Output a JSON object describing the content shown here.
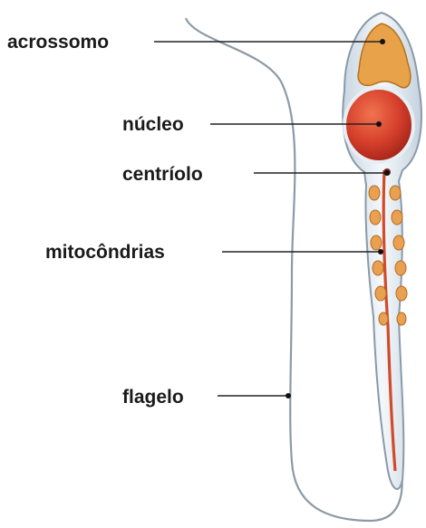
{
  "labels": {
    "acrossomo": "acrossomo",
    "nucleo": "núcleo",
    "centriolo": "centríolo",
    "mitocondrias": "mitocôndrias",
    "flagelo": "flagelo"
  },
  "colors": {
    "outline": "#8a9aa8",
    "membrane": "#dfe8f0",
    "acrosome": "#e8a24a",
    "nucleus": "#d6402c",
    "mitochondria": "#e9a050",
    "axoneme": "#d24a2a",
    "leader": "#222222"
  }
}
